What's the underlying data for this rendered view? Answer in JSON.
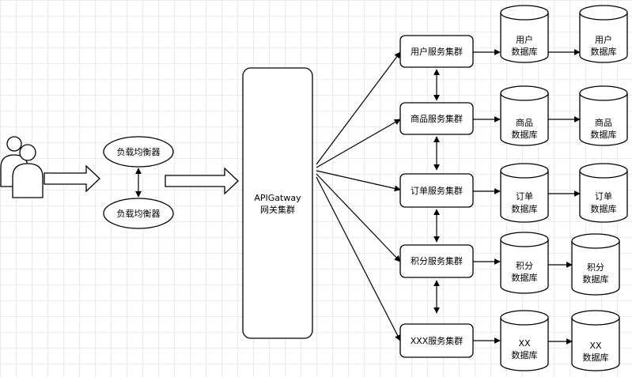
{
  "load_balancers": [
    {
      "label": "负载均衡器"
    },
    {
      "label": "负载均衡器"
    }
  ],
  "gateway": {
    "line1": "APIGatway",
    "line2": "网关集群"
  },
  "services": [
    {
      "label": "用户服务集群",
      "db1": [
        "用户",
        "数据库"
      ],
      "db2": [
        "用户",
        "数据库"
      ]
    },
    {
      "label": "商品服务集群",
      "db1": [
        "商品",
        "数据库"
      ],
      "db2": [
        "商品",
        "数据库"
      ]
    },
    {
      "label": "订单服务集群",
      "db1": [
        "订单",
        "数据库"
      ],
      "db2": [
        "订单",
        "数据库"
      ]
    },
    {
      "label": "积分服务集群",
      "db1": [
        "积分",
        "数据库"
      ],
      "db2": [
        "积分",
        "数据库"
      ]
    },
    {
      "label": "XXX服务集群",
      "db1": [
        "XX",
        "数据库"
      ],
      "db2": [
        "XX",
        "数据库"
      ]
    }
  ],
  "colors": {
    "stroke": "#000000",
    "fill": "#ffffff",
    "grid": "#ebebeb"
  }
}
